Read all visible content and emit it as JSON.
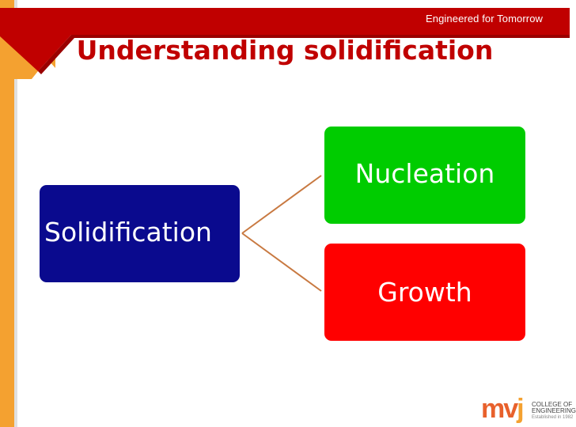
{
  "slide": {
    "tagline": "Engineered for Tomorrow",
    "title": "Understanding solidification"
  },
  "diagram": {
    "root": "Solidification",
    "children": [
      "Nucleation",
      "Growth"
    ]
  },
  "logo": {
    "mark": "mvj",
    "line1": "COLLEGE OF",
    "line2": "ENGINEERING",
    "line3": "Established in 1982"
  },
  "colors": {
    "header_red": "#c00000",
    "accent_orange": "#f4a130",
    "root_box": "#0a0a8e",
    "nucleation_box": "#00cc00",
    "growth_box": "#ff0000",
    "connector": "#c87941"
  }
}
